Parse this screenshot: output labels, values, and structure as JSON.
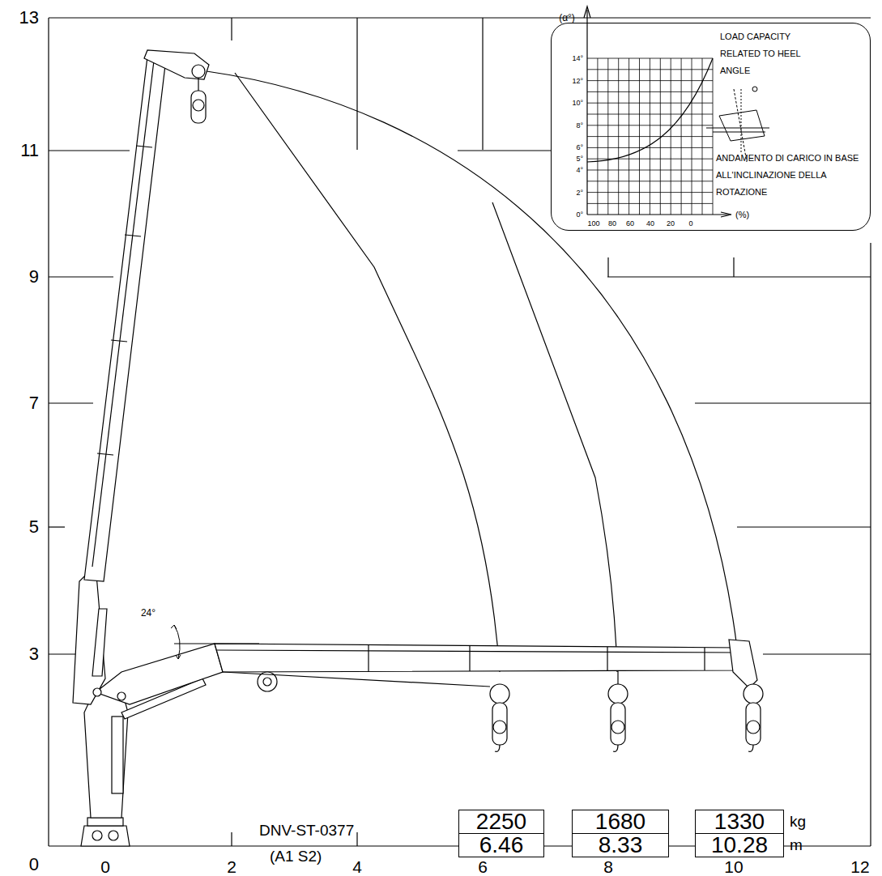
{
  "diagram": {
    "nodes": [
      {
        "text": [
          "LOAD CAPACITY RELATED TO HEEL ANGLE",
          "ANDAMENTO DI CARICO IN BASE ALL'INCLINAZIONE DELLA ROTAZIONE"
        ]
      },
      {
        "text": [
          "2250"
        ]
      },
      {
        "text": [
          "1680"
        ]
      },
      {
        "text": [
          "1330"
        ]
      },
      {
        "text": [
          "6.46"
        ]
      },
      {
        "text": [
          "8.33"
        ]
      },
      {
        "text": [
          "10.28"
        ]
      }
    ],
    "labels": [
      "13",
      "11",
      "9",
      "7",
      "5",
      "3",
      "0",
      "0",
      "2",
      "4",
      "6",
      "8",
      "10",
      "12",
      "24°",
      "(α°)",
      "14°",
      "12°",
      "10°",
      "8°",
      "6°",
      "5°",
      "4°",
      "2°",
      "0°",
      "100",
      "80",
      "60",
      "40",
      "20",
      "0",
      "(%)",
      "DNV-ST-0377",
      "(A1 S2)",
      "kg",
      "m"
    ]
  }
}
